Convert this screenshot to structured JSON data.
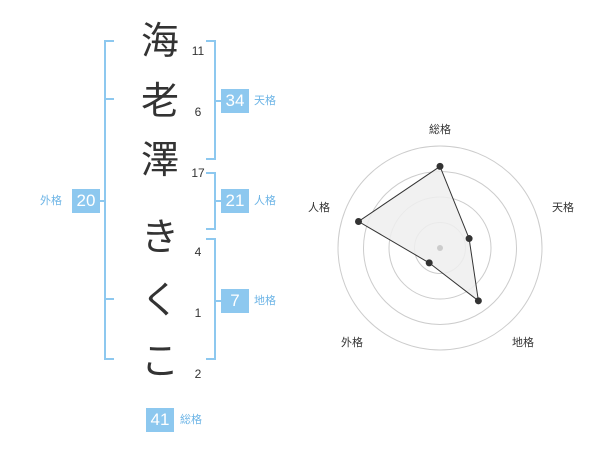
{
  "name": {
    "characters": [
      {
        "char": "海",
        "strokes": "11"
      },
      {
        "char": "老",
        "strokes": "6"
      },
      {
        "char": "澤",
        "strokes": "17"
      },
      {
        "char": "き",
        "strokes": "4"
      },
      {
        "char": "く",
        "strokes": "1"
      },
      {
        "char": "こ",
        "strokes": "2"
      }
    ]
  },
  "kaku": {
    "tenkaku": {
      "value": "34",
      "label": "天格"
    },
    "jinkaku": {
      "value": "21",
      "label": "人格"
    },
    "chikaku": {
      "value": "7",
      "label": "地格"
    },
    "gaikaku": {
      "value": "20",
      "label": "外格"
    },
    "soukaku": {
      "value": "41",
      "label": "総格"
    }
  },
  "chart_data": {
    "type": "radar",
    "axes": [
      "総格",
      "天格",
      "地格",
      "外格",
      "人格"
    ],
    "values": [
      4,
      1.5,
      3.2,
      0.9,
      4.2
    ],
    "range": [
      0,
      5
    ],
    "rings": 4,
    "colors": {
      "fill": "#efefef",
      "stroke": "#333333",
      "grid": "#cccccc",
      "accent": "#8dc8ef"
    }
  }
}
